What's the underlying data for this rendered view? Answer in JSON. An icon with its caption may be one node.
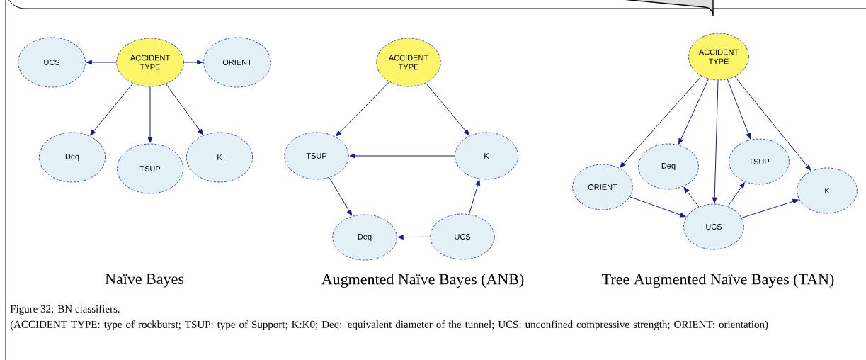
{
  "diagram": {
    "caption": "Figure 32: BN classifiers.",
    "nodes": [
      {
        "text": [
          "ACCIDENT TYPE"
        ]
      },
      {
        "text": [
          "UCS"
        ]
      },
      {
        "text": [
          "ORIENT"
        ]
      },
      {
        "text": [
          "Deq"
        ]
      },
      {
        "text": [
          "TSUP"
        ]
      },
      {
        "text": [
          "K"
        ]
      },
      {
        "text": [
          "ACCIDENT TYPE"
        ]
      },
      {
        "text": [
          "TSUP"
        ]
      },
      {
        "text": [
          "K"
        ]
      },
      {
        "text": [
          "Deq"
        ]
      },
      {
        "text": [
          "UCS"
        ]
      },
      {
        "text": [
          "ACCIDENT TYPE"
        ]
      },
      {
        "text": [
          "ORIENT"
        ]
      },
      {
        "text": [
          "Deq"
        ]
      },
      {
        "text": [
          "TSUP"
        ]
      },
      {
        "text": [
          "K"
        ]
      },
      {
        "text": [
          "UCS"
        ]
      }
    ],
    "edges": [
      {
        "from": 0,
        "to": 1,
        "arrow": "to"
      },
      {
        "from": 0,
        "to": 2,
        "arrow": "to"
      },
      {
        "from": 0,
        "to": 3,
        "arrow": "to"
      },
      {
        "from": 0,
        "to": 4,
        "arrow": "to"
      },
      {
        "from": 0,
        "to": 5,
        "arrow": "to"
      },
      {
        "from": 6,
        "to": 7,
        "arrow": "to"
      },
      {
        "from": 6,
        "to": 8,
        "arrow": "to"
      },
      {
        "from": 8,
        "to": 7,
        "arrow": "to"
      },
      {
        "from": 7,
        "to": 9,
        "arrow": "to"
      },
      {
        "from": 10,
        "to": 9,
        "arrow": "to"
      },
      {
        "from": 10,
        "to": 8,
        "arrow": "to"
      },
      {
        "from": 11,
        "to": 12,
        "arrow": "to"
      },
      {
        "from": 11,
        "to": 13,
        "arrow": "to"
      },
      {
        "from": 11,
        "to": 16,
        "arrow": "to"
      },
      {
        "from": 11,
        "to": 14,
        "arrow": "to"
      },
      {
        "from": 11,
        "to": 15,
        "arrow": "to"
      },
      {
        "from": 12,
        "to": 16,
        "arrow": "to"
      },
      {
        "from": 16,
        "to": 13,
        "arrow": "to"
      },
      {
        "from": 16,
        "to": 14,
        "arrow": "to"
      },
      {
        "from": 16,
        "to": 15,
        "arrow": "to"
      }
    ],
    "labels": [
      "Naïve Bayes",
      "Augmented Naïve Bayes (ANB)",
      "Tree Augmented Naïve Bayes (TAN)",
      "(ACCIDENT TYPE: type of rockburst; TSUP: type of Support; K:K0; Deq: equivalent diameter of the tunnel; UCS: unconfined compressive strength; ORIENT: orientation)"
    ]
  }
}
